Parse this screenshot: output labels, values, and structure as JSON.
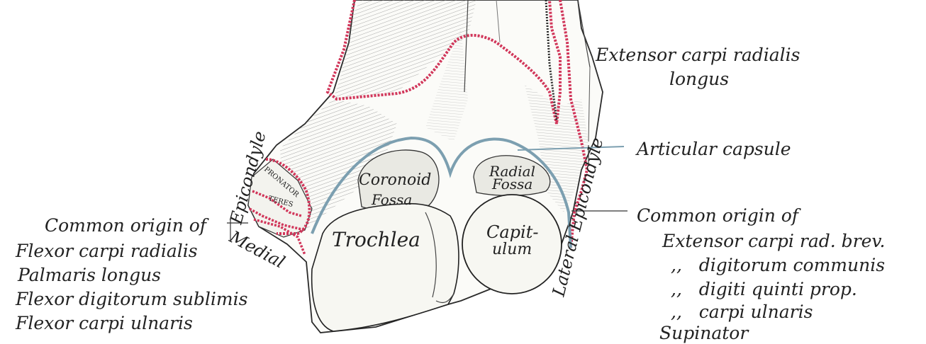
{
  "colors": {
    "muscle_line": "#d1365a",
    "capsule_line": "#7c9fb0",
    "ink": "#222222",
    "bone": "#fbfbf8"
  },
  "labels": {
    "ecrl_1": "Extensor carpi radialis",
    "ecrl_2": "longus",
    "articular_capsule": "Articular capsule",
    "epicondyle": "Epicondyle",
    "medial": "Medial",
    "lateral_epicondyle": "Lateral Epicondyle",
    "pronator": "PRONATOR",
    "teres": "TERES",
    "coronoid_1": "Coronoid",
    "coronoid_2": "Fossa",
    "radial_1": "Radial",
    "radial_2": "Fossa",
    "trochlea": "Trochlea",
    "capitulum_1": "Capit-",
    "capitulum_2": "ulum"
  },
  "left_list": [
    "Common origin of",
    "Flexor carpi radialis",
    "Palmaris longus",
    "Flexor digitorum sublimis",
    "Flexor carpi ulnaris"
  ],
  "right_list": [
    "Common origin of",
    "Extensor carpi rad. brev.",
    ",,   digitorum communis",
    ",,   digiti quinti prop.",
    ",,   carpi ulnaris",
    "Supinator"
  ]
}
